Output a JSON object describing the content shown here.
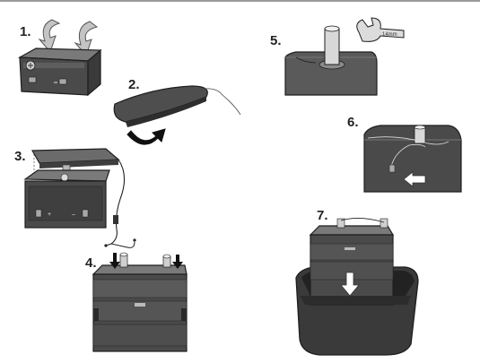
{
  "steps": [
    {
      "label": "1."
    },
    {
      "label": "2."
    },
    {
      "label": "3."
    },
    {
      "label": "4."
    },
    {
      "label": "5."
    },
    {
      "label": "6."
    },
    {
      "label": "7."
    }
  ],
  "wrench": {
    "size_label": "14mm"
  },
  "colors": {
    "battery_dark": "#4a4a4a",
    "battery_mid": "#6b6b6b",
    "battery_light": "#8c8c8c",
    "outline": "#1e1e1e",
    "arrow_gray": "#b9b9b9",
    "terminal": "#d0d0d0"
  }
}
